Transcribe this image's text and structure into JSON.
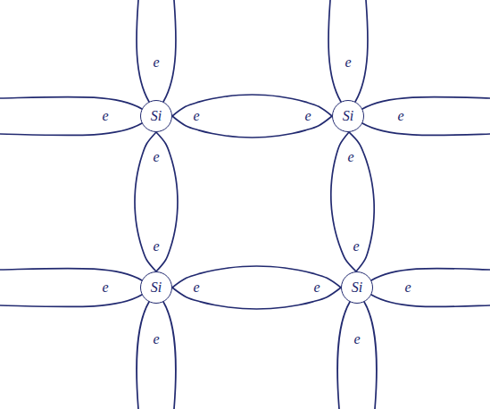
{
  "diagram": {
    "nodes": [
      {
        "text": [
          "Si"
        ]
      },
      {
        "text": [
          "Si"
        ]
      },
      {
        "text": [
          "Si"
        ]
      },
      {
        "text": [
          "Si"
        ]
      }
    ],
    "edges": [
      {
        "from": 0,
        "to": 1,
        "arrow": "none"
      },
      {
        "from": 0,
        "to": 2,
        "arrow": "none"
      },
      {
        "from": 1,
        "to": 3,
        "arrow": "none"
      },
      {
        "from": 2,
        "to": 3,
        "arrow": "none"
      }
    ],
    "labels": [
      "e",
      "e",
      "e",
      "e",
      "e",
      "e",
      "e",
      "e",
      "e",
      "e",
      "e",
      "e",
      "e",
      "e",
      "e",
      "e"
    ]
  }
}
